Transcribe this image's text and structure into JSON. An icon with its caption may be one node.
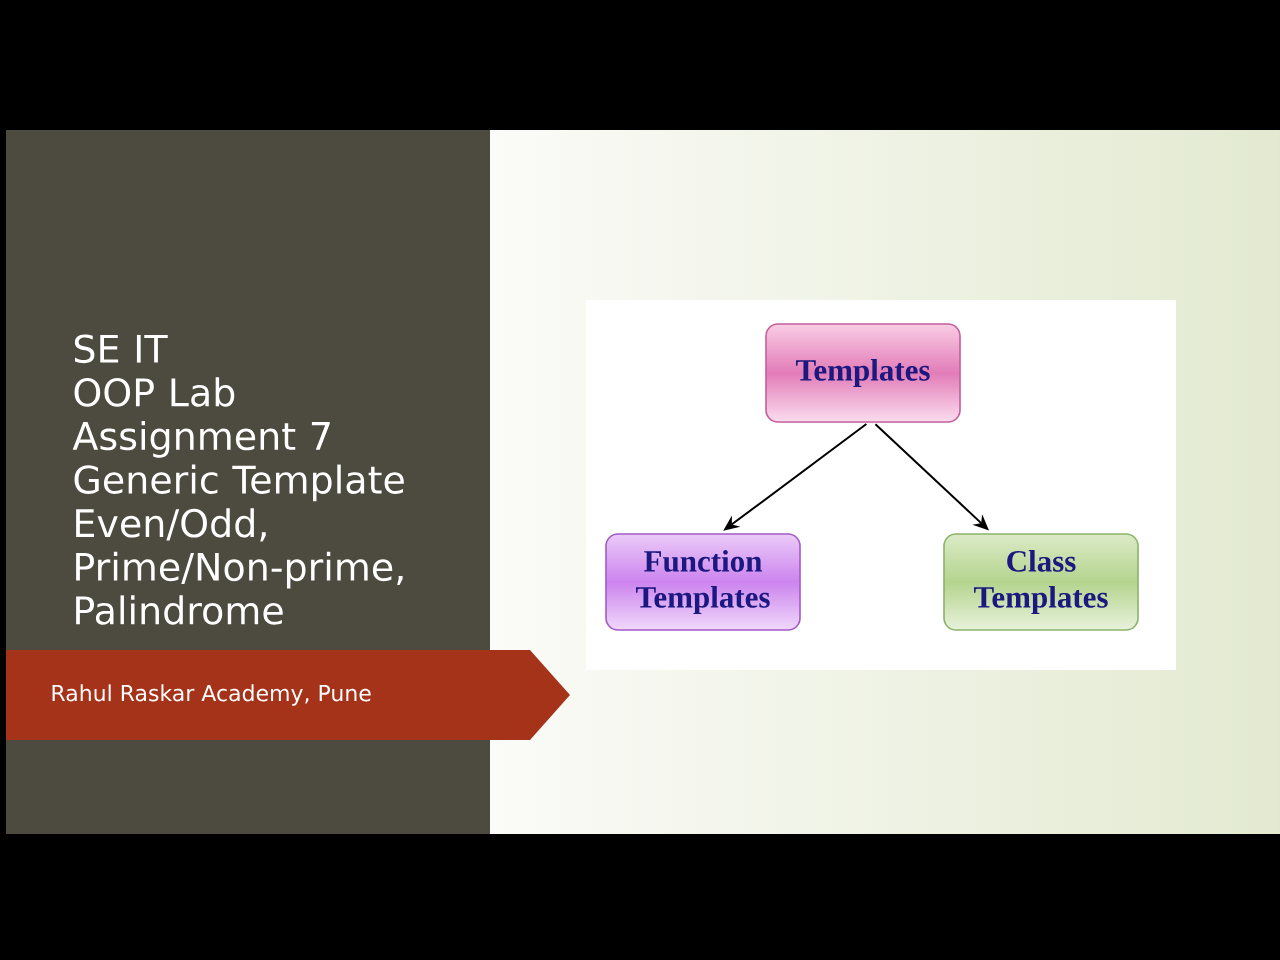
{
  "diagram": {
    "nodes": [
      {
        "text": [
          "Templates"
        ]
      },
      {
        "text": [
          "Function Templates"
        ]
      },
      {
        "text": [
          "Class Templates"
        ]
      },
      {
        "text": [
          "Rahul Raskar Academy, Pune"
        ]
      }
    ],
    "edges": [
      {
        "from": 0,
        "to": 1,
        "arrow": "to"
      },
      {
        "from": 0,
        "to": 2,
        "arrow": "to"
      }
    ],
    "labels": [
      "SE IT",
      "OOP Lab",
      "Assignment 7",
      "Generic Template Even/Odd, Prime/Non-prime, Palindrome"
    ]
  }
}
